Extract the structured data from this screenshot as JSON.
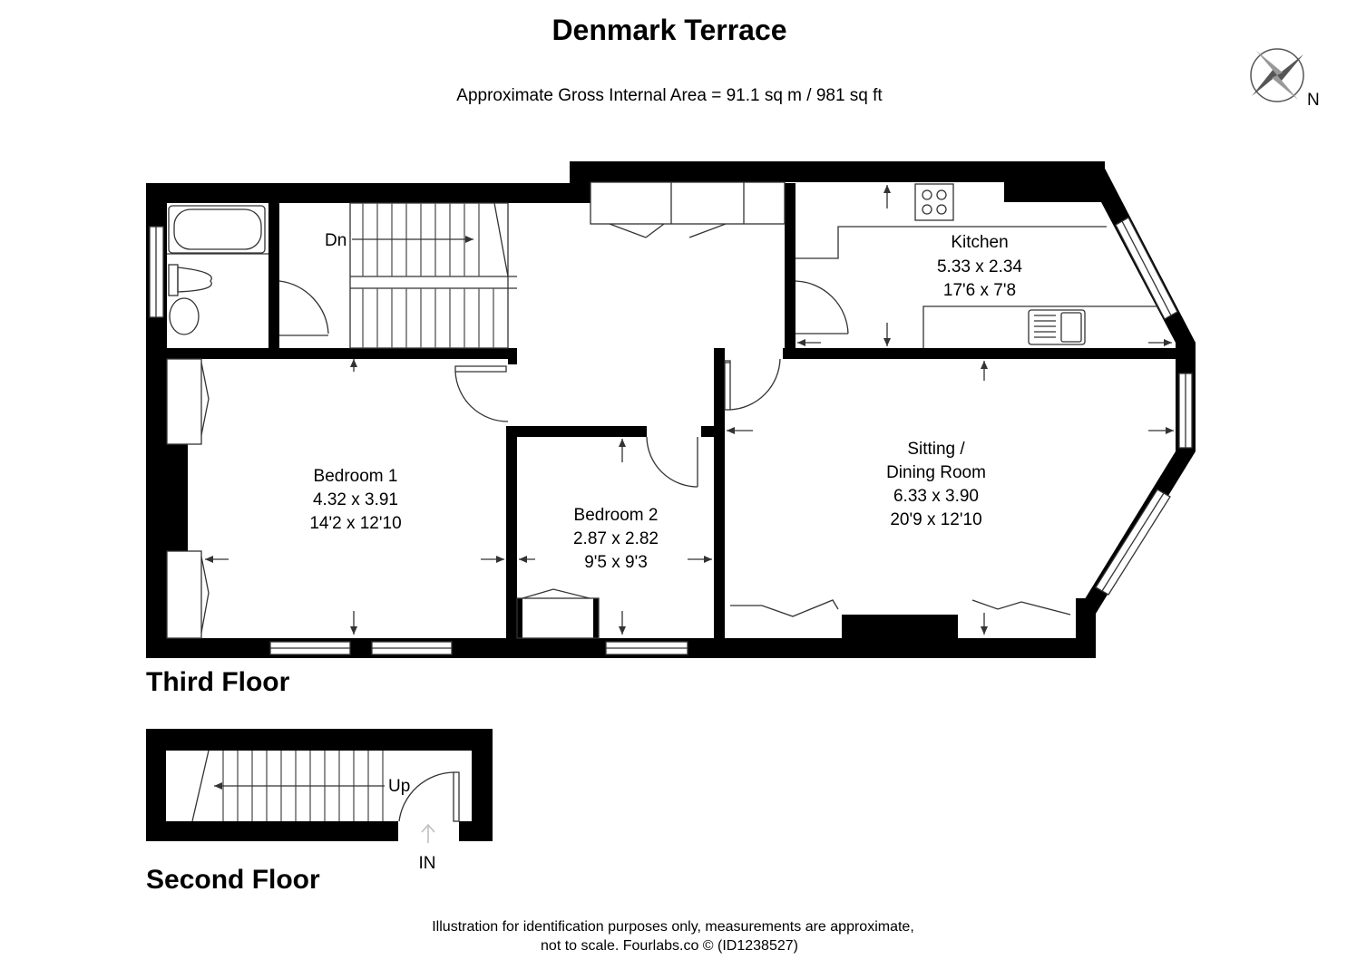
{
  "header": {
    "title": "Denmark Terrace",
    "area": "Approximate Gross Internal Area = 91.1 sq m / 981 sq ft",
    "compass_label": "N"
  },
  "floors": {
    "third": "Third Floor",
    "second": "Second Floor"
  },
  "rooms": {
    "kitchen": {
      "name": "Kitchen",
      "metric": "5.33 x 2.34",
      "imperial": "17'6 x 7'8"
    },
    "bedroom1": {
      "name": "Bedroom 1",
      "metric": "4.32 x 3.91",
      "imperial": "14'2 x 12'10"
    },
    "bedroom2": {
      "name": "Bedroom 2",
      "metric": "2.87 x 2.82",
      "imperial": "9'5 x 9'3"
    },
    "sitting": {
      "name_line1": "Sitting /",
      "name_line2": "Dining Room",
      "metric": "6.33 x 3.90",
      "imperial": "20'9 x 12'10"
    }
  },
  "stairs": {
    "down": "Dn",
    "up": "Up",
    "entrance": "IN"
  },
  "footer": {
    "line1": "Illustration for identification purposes only, measurements are approximate,",
    "line2": "not to scale. Fourlabs.co © (ID1238527)"
  },
  "colors": {
    "wall": "#000000",
    "line": "#333333",
    "window": "#ffffff"
  }
}
